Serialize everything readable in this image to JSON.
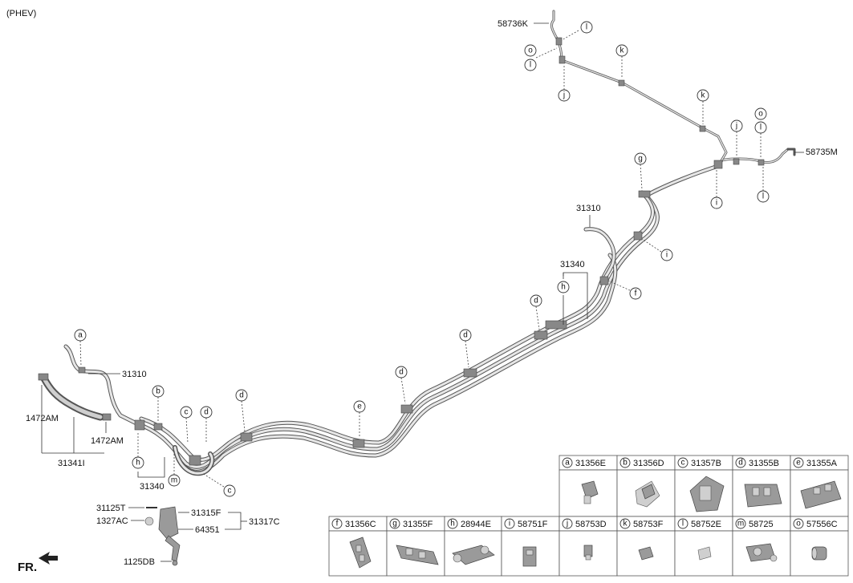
{
  "variant": "(PHEV)",
  "fr_label": "FR.",
  "labels": {
    "l_58736K": "58736K",
    "l_58735M": "58735M",
    "l_31310_top": "31310",
    "l_31340_top": "31340",
    "l_31310_left": "31310",
    "l_1472AM_a": "1472AM",
    "l_1472AM_b": "1472AM",
    "l_31341I": "31341I",
    "l_31340_left": "31340",
    "l_31125T": "31125T",
    "l_1327AC": "1327AC",
    "l_31315F": "31315F",
    "l_64351": "64351",
    "l_31317C": "31317C",
    "l_1125DB": "1125DB"
  },
  "callouts": {
    "a": "a",
    "b": "b",
    "c": "c",
    "d": "d",
    "e": "e",
    "f": "f",
    "g": "g",
    "h": "h",
    "i": "i",
    "j": "j",
    "k": "k",
    "l": "l",
    "m": "m",
    "o": "o"
  },
  "legend_row1": [
    {
      "key": "a",
      "part": "31356E"
    },
    {
      "key": "b",
      "part": "31356D"
    },
    {
      "key": "c",
      "part": "31357B"
    },
    {
      "key": "d",
      "part": "31355B"
    },
    {
      "key": "e",
      "part": "31355A"
    }
  ],
  "legend_row2": [
    {
      "key": "f",
      "part": "31356C"
    },
    {
      "key": "g",
      "part": "31355F"
    },
    {
      "key": "h",
      "part": "28944E"
    },
    {
      "key": "i",
      "part": "58751F"
    },
    {
      "key": "j",
      "part": "58753D"
    },
    {
      "key": "k",
      "part": "58753F"
    },
    {
      "key": "l",
      "part": "58752E"
    },
    {
      "key": "m",
      "part": "58725"
    },
    {
      "key": "o",
      "part": "57556C"
    }
  ]
}
